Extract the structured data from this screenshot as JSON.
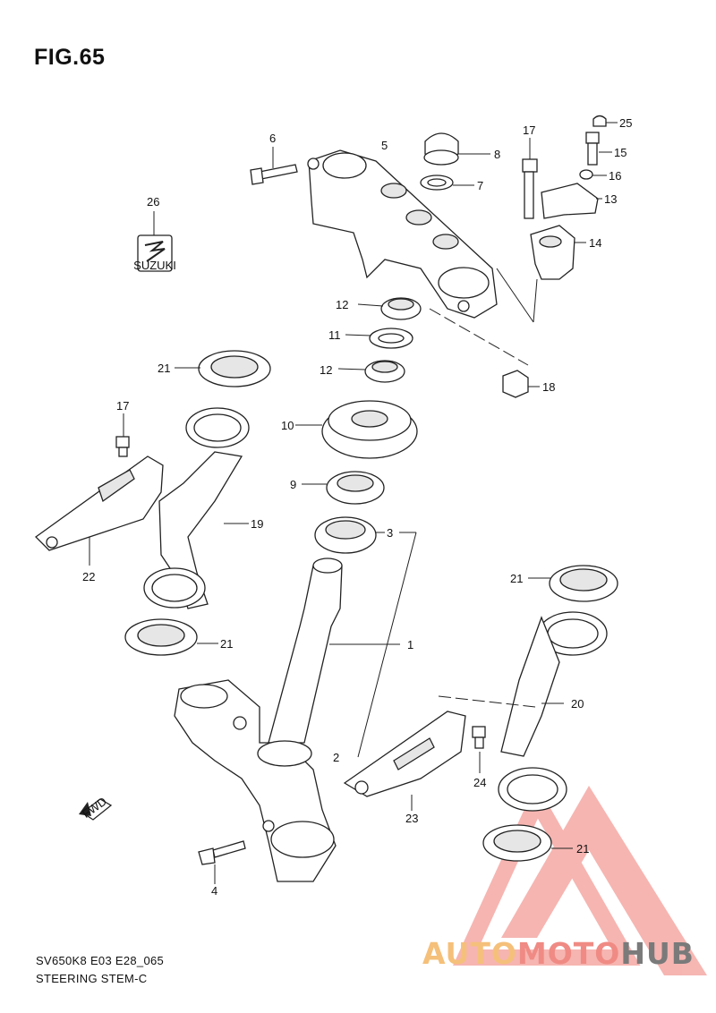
{
  "figure": {
    "title": "FIG.65"
  },
  "footer": {
    "model_code": "SV650K8 E03 E28_065",
    "section_name": "STEERING STEM-C"
  },
  "fwd_badge": "FWD",
  "emblem_text": "SUZUKI",
  "watermark": {
    "part1": "AUTO",
    "part2": "MOTO",
    "part3": "HUB"
  },
  "callouts": [
    "FIG.65"
  ],
  "labels": {
    "l1": "1",
    "l2": "2",
    "l3": "3",
    "l4": "4",
    "l5": "5",
    "l6": "6",
    "l7": "7",
    "l8": "8",
    "l9": "9",
    "l10": "10",
    "l11": "11",
    "l12a": "12",
    "l12b": "12",
    "l13": "13",
    "l14": "14",
    "l15": "15",
    "l16": "16",
    "l17a": "17",
    "l17b": "17",
    "l18": "18",
    "l19": "19",
    "l20": "20",
    "l21a": "21",
    "l21b": "21",
    "l21c": "21",
    "l21d": "21",
    "l22": "22",
    "l23": "23",
    "l24": "24",
    "l25": "25",
    "l26": "26"
  },
  "colors": {
    "line": "#222222",
    "watermark_red": "#ef7a73",
    "watermark_orange": "#f5c07a",
    "watermark_gray": "#7a7a7a"
  }
}
